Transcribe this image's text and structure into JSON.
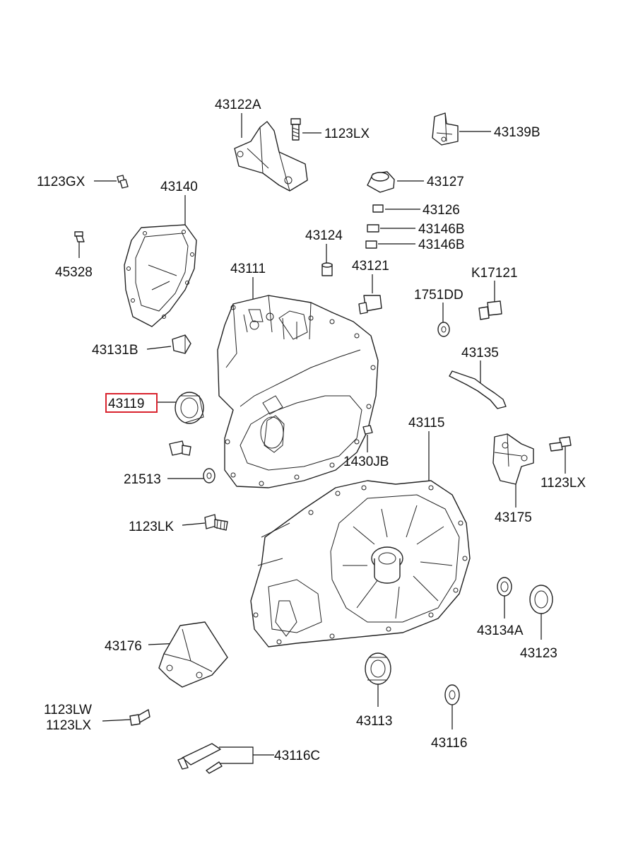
{
  "diagram": {
    "highlight_color": "#d9232e",
    "highlighted_part": "43119",
    "labels": {
      "p43122A": "43122A",
      "p1123LX_top": "1123LX",
      "p43139B": "43139B",
      "p1123GX": "1123GX",
      "p43140": "43140",
      "p43127": "43127",
      "p43126": "43126",
      "p43146B_a": "43146B",
      "p43146B_b": "43146B",
      "p43124": "43124",
      "p45328": "45328",
      "p43111": "43111",
      "p43121": "43121",
      "pK17121": "K17121",
      "p1751DD": "1751DD",
      "p43131B": "43131B",
      "p43135": "43135",
      "p43119": "43119",
      "p43115": "43115",
      "p1430JB": "1430JB",
      "p1123LX_right": "1123LX",
      "p21513": "21513",
      "p43175": "43175",
      "p1123LK": "1123LK",
      "p43134A": "43134A",
      "p43123": "43123",
      "p43176": "43176",
      "p1123LW": "1123LW",
      "p1123LX_bottom": "1123LX",
      "p43113": "43113",
      "p43116": "43116",
      "p43116C": "43116C"
    }
  }
}
